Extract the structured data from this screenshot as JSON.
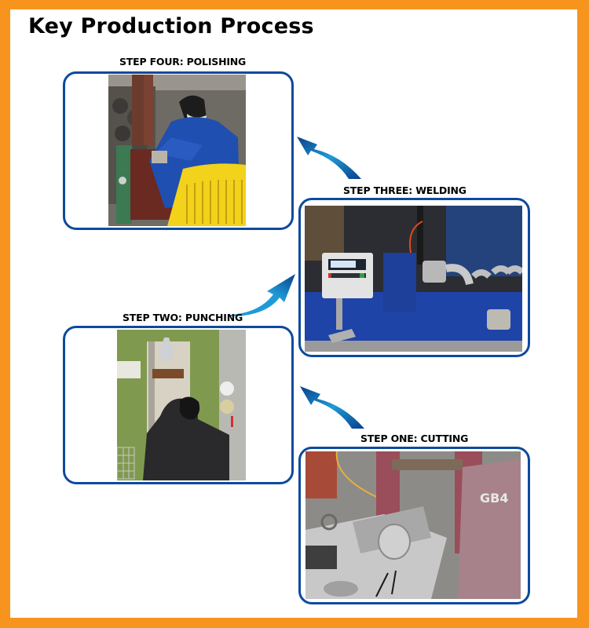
{
  "page": {
    "title": "Key Production Process",
    "colors": {
      "border_orange": "#F7941D",
      "frame_blue": "#0D4A9E",
      "arrow_blue": "#1E9BD7",
      "arrow_dark": "#0A3F8A"
    }
  },
  "steps": [
    {
      "label": "STEP FOUR: POLISHING",
      "photo": "worker-polishing-on-belt-sander-photo"
    },
    {
      "label": "STEP THREE: WELDING",
      "photo": "automatic-welding-machine-photo"
    },
    {
      "label": "STEP TWO: PUNCHING",
      "photo": "worker-at-punch-press-photo"
    },
    {
      "label": "STEP ONE: CUTTING",
      "photo": "band-saw-cutting-pipe-photo"
    }
  ],
  "arrows": [
    "curved-arrow-icon",
    "curved-arrow-icon",
    "curved-arrow-icon"
  ]
}
